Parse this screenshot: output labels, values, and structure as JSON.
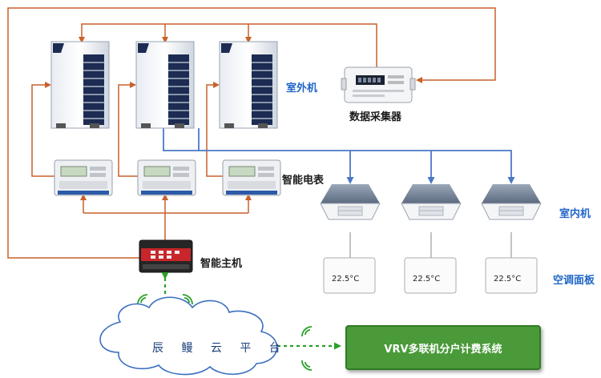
{
  "labels": {
    "outdoor_unit": "室外机",
    "data_collector": "数据采集器",
    "smart_meter": "智能电表",
    "smart_host": "智能主机",
    "indoor_unit": "室内机",
    "ac_panel": "空调面板",
    "cloud_platform": "辰 鳗 云 平 台",
    "vrv_system": "VRV多联机分户计费系统"
  },
  "panel_reading": "22.5°C",
  "colors": {
    "power_line": "#c8612a",
    "signal_line": "#4a78c8",
    "wireless": "#2aa02a",
    "label_blue": "#1f66c8",
    "vrv_green": "#4a9a3a"
  }
}
